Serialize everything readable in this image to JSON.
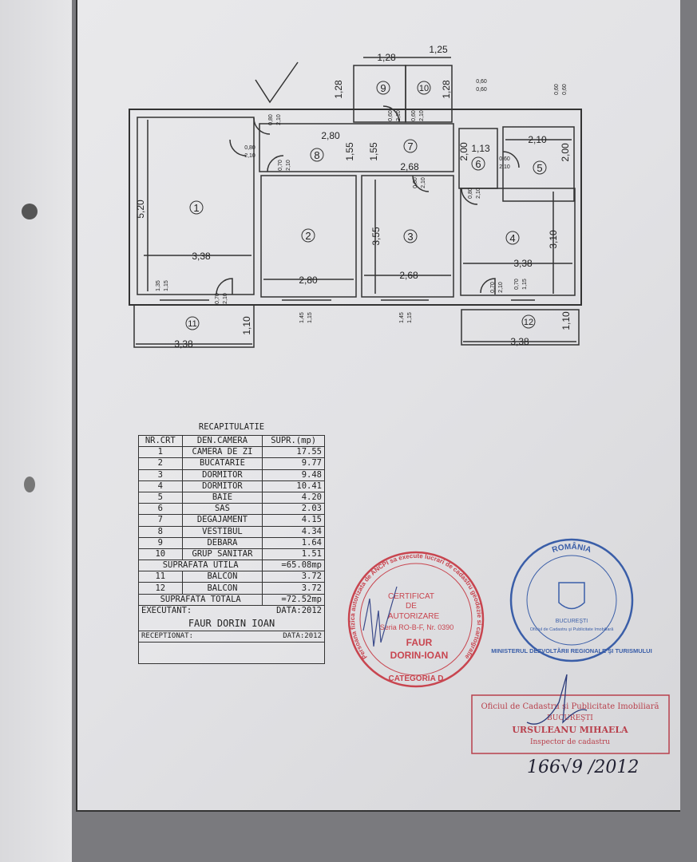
{
  "plan": {
    "rooms": [
      "1",
      "2",
      "3",
      "4",
      "5",
      "6",
      "7",
      "8",
      "9",
      "10",
      "11",
      "12"
    ],
    "dims": {
      "r1_h": "5,20",
      "r1_w": "3,38",
      "r1_win": "1,35",
      "r1_win2": "1,15",
      "r1_door": "0,70",
      "r1_door2": "2,10",
      "r2_w": "2,80",
      "r2_win": "1,45",
      "r2_win2": "1,15",
      "r3_h": "3,55",
      "r3_w": "2,68",
      "r3_win": "1,45",
      "r3_win2": "1,15",
      "r4_h": "3,10",
      "r4_w": "3,38",
      "r4_win": "0,70",
      "r4_win2": "1,15",
      "r4_door": "0,70",
      "r4_door2": "2,10",
      "r5_w": "2,10",
      "r5_h": "2,00",
      "r5_door": "0,60",
      "r5_door2": "2,10",
      "r6_w": "1,13",
      "r6_h": "2,00",
      "r7_w": "2,68",
      "r7_h": "1,55",
      "r7_door": "0,80",
      "r7_door2": "2,10",
      "r8_w": "2,80",
      "r8_h": "1,55",
      "r8_door": "0,80",
      "r8_door2": "2,10",
      "r8_door_b": "0,70",
      "r8_door_b2": "2,10",
      "entry_door": "0,80",
      "entry_door2": "2,10",
      "r9_w": "1,28",
      "r9_h": "1,28",
      "r9_door": "0,60",
      "r9_door2": "2,10",
      "r10_w": "1,25",
      "r10_h": "1,28",
      "r10_door": "0,60",
      "r10_door2": "2,10",
      "duct1": "0,60",
      "duct1b": "0,60",
      "duct2": "0,60",
      "duct2b": "0,60",
      "r4_door_b": "0,80",
      "r4_door_b2": "2,10",
      "b11_w": "3,38",
      "b11_h": "1,10",
      "b12_w": "3,38",
      "b12_h": "1,10"
    }
  },
  "table": {
    "title": "RECAPITULATIE",
    "headers": [
      "NR.CRT",
      "DEN.CAMERA",
      "SUPR.(mp)"
    ],
    "rows": [
      [
        "1",
        "CAMERA DE ZI",
        "17.55"
      ],
      [
        "2",
        "BUCATARIE",
        "9.77"
      ],
      [
        "3",
        "DORMITOR",
        "9.48"
      ],
      [
        "4",
        "DORMITOR",
        "10.41"
      ],
      [
        "5",
        "BAIE",
        "4.20"
      ],
      [
        "6",
        "SAS",
        "2.03"
      ],
      [
        "7",
        "DEGAJAMENT",
        "4.15"
      ],
      [
        "8",
        "VESTIBUL",
        "4.34"
      ],
      [
        "9",
        "DEBARA",
        "1.64"
      ],
      [
        "10",
        "GRUP SANITAR",
        "1.51"
      ]
    ],
    "util_label": "SUPRAFATA UTILA",
    "util_value": "=65.08mp",
    "balc_rows": [
      [
        "11",
        "BALCON",
        "3.72"
      ],
      [
        "12",
        "BALCON",
        "3.72"
      ]
    ],
    "total_label": "SUPRAFATA TOTALA",
    "total_value": "=72.52mp",
    "executant_label": "EXECUTANT:",
    "executant_date": "DATA:2012",
    "executant_name": "FAUR DORIN IOAN",
    "receptionat_label": "RECEPTIONAT:",
    "receptionat_date": "DATA:2012"
  },
  "stamps": {
    "red": {
      "ring": "Persoana fizica autorizata de ANCPI sa execute lucrari de cadastru geodezie si cartografie",
      "ring_bottom": "CATEGORIA D",
      "line1": "CERTIFICAT",
      "line2": "DE",
      "line3": "AUTORIZARE",
      "line4": "Seria RO-B-F, Nr. 0390",
      "name1": "FAUR",
      "name2": "DORIN-IOAN",
      "color": "#c8454f"
    },
    "blue": {
      "top": "ROMÂNIA",
      "ring": "MINISTERUL DEZVOLTĂRII REGIONALE ŞI TURISMULUI",
      "inner": "Oficiul de Cadastru şi Publicitate Imobiliară",
      "city": "BUCUREŞTI",
      "color": "#3a5ea8"
    },
    "ocpi": {
      "line1": "Oficiul de Cadastru şi Publicitate Imobiliară",
      "line2": "BUCUREŞTI",
      "line3": "URSULEANU MIHAELA",
      "line4": "Inspector de cadastru",
      "color": "#b8404c"
    },
    "handwritten": "166√9 /2012"
  }
}
